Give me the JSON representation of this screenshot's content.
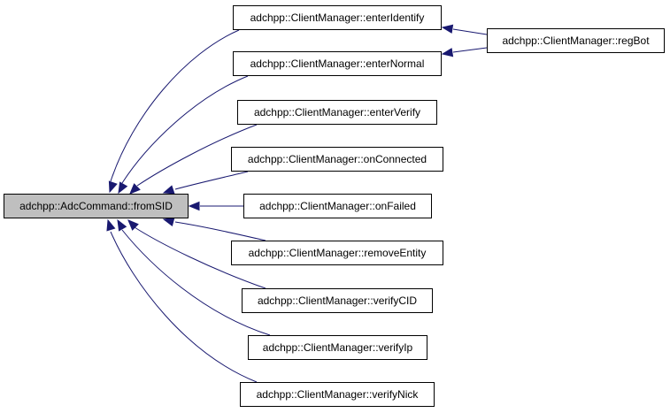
{
  "graph": {
    "focus_node": "adchpp::AdcCommand::fromSID",
    "caller_nodes": [
      "adchpp::ClientManager::enterIdentify",
      "adchpp::ClientManager::enterNormal",
      "adchpp::ClientManager::enterVerify",
      "adchpp::ClientManager::onConnected",
      "adchpp::ClientManager::onFailed",
      "adchpp::ClientManager::removeEntity",
      "adchpp::ClientManager::verifyCID",
      "adchpp::ClientManager::verifyIp",
      "adchpp::ClientManager::verifyNick"
    ],
    "second_level_node": "adchpp::ClientManager::regBot",
    "edges": [
      {
        "from": "adchpp::ClientManager::enterIdentify",
        "to": "adchpp::AdcCommand::fromSID"
      },
      {
        "from": "adchpp::ClientManager::enterNormal",
        "to": "adchpp::AdcCommand::fromSID"
      },
      {
        "from": "adchpp::ClientManager::enterVerify",
        "to": "adchpp::AdcCommand::fromSID"
      },
      {
        "from": "adchpp::ClientManager::onConnected",
        "to": "adchpp::AdcCommand::fromSID"
      },
      {
        "from": "adchpp::ClientManager::onFailed",
        "to": "adchpp::AdcCommand::fromSID"
      },
      {
        "from": "adchpp::ClientManager::removeEntity",
        "to": "adchpp::AdcCommand::fromSID"
      },
      {
        "from": "adchpp::ClientManager::verifyCID",
        "to": "adchpp::AdcCommand::fromSID"
      },
      {
        "from": "adchpp::ClientManager::verifyIp",
        "to": "adchpp::AdcCommand::fromSID"
      },
      {
        "from": "adchpp::ClientManager::verifyNick",
        "to": "adchpp::AdcCommand::fromSID"
      },
      {
        "from": "adchpp::ClientManager::regBot",
        "to": "adchpp::ClientManager::enterIdentify"
      },
      {
        "from": "adchpp::ClientManager::regBot",
        "to": "adchpp::ClientManager::enterNormal"
      }
    ],
    "colors": {
      "edge": "#191970",
      "focus_fill": "#bfbfbf",
      "node_fill": "#ffffff",
      "node_border": "#000000"
    }
  }
}
